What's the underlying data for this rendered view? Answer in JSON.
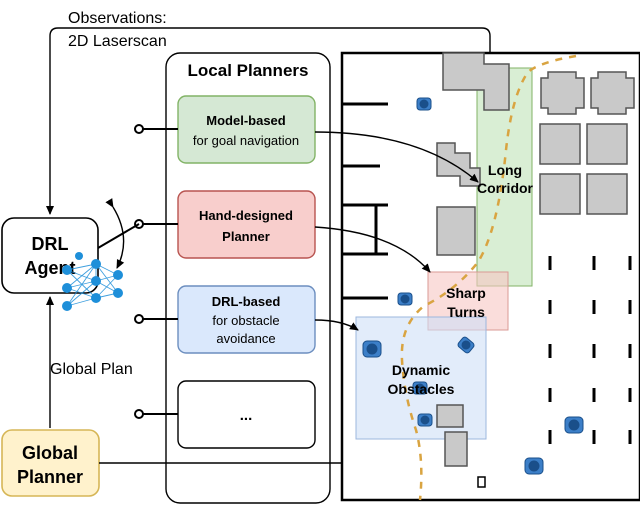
{
  "labels": {
    "observations_line1": "Observations:",
    "observations_line2": "2D Laserscan",
    "local_planners": "Local Planners",
    "global_plan": "Global Plan",
    "drl_agent_line1": "DRL",
    "drl_agent_line2": "Agent",
    "global_planner_line1": "Global",
    "global_planner_line2": "Planner"
  },
  "planners": [
    {
      "title": "Model-based",
      "subtitle1": "for goal navigation",
      "subtitle2": ""
    },
    {
      "title": "Hand-designed",
      "subtitle1": "Planner",
      "subtitle2": ""
    },
    {
      "title": "DRL-based",
      "subtitle1": "for obstacle",
      "subtitle2": "avoidance"
    },
    {
      "title": "...",
      "subtitle1": "",
      "subtitle2": ""
    }
  ],
  "map_regions": {
    "long_corridor": [
      "Long",
      "Corridor"
    ],
    "sharp_turns": [
      "Sharp",
      "Turns"
    ],
    "dynamic_obstacles": [
      "Dynamic",
      "Obstacles"
    ]
  },
  "colors": {
    "model_based_fill": "#d5e8d4",
    "model_based_stroke": "#82b366",
    "hand_designed_fill": "#f8cecc",
    "hand_designed_stroke": "#b85450",
    "drl_based_fill": "#dae8fc",
    "drl_based_stroke": "#6c8ebf",
    "global_planner_fill": "#fff2cc",
    "global_planner_stroke": "#d6b656",
    "corridor_region": "#b9e0b0",
    "turns_region": "#f6c7c3",
    "obstacles_region": "#cfe0f7",
    "path_color": "#d9a441",
    "network_node": "#1e8fd9",
    "human_color": "#2d6fb6"
  }
}
